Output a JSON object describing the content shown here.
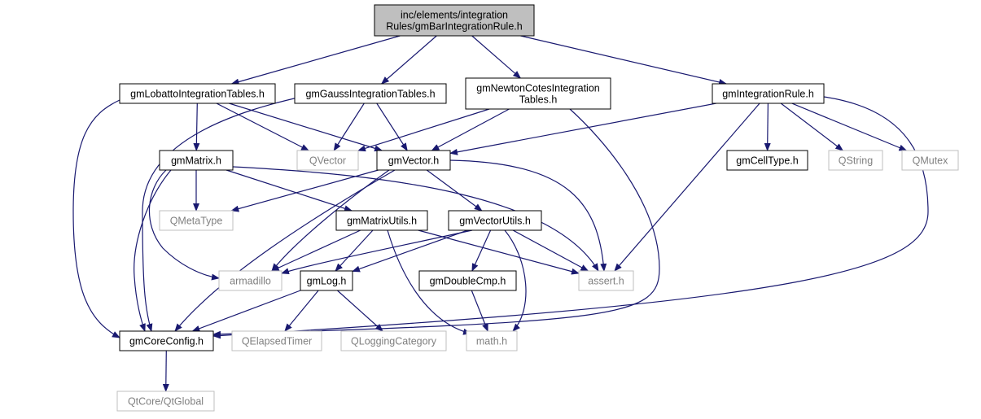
{
  "colors": {
    "edge": "#191970",
    "root_fill": "#bfbfbf",
    "normal_stroke": "#000000",
    "external_stroke": "#bfbfbf",
    "external_text": "#808080",
    "text": "#000000"
  },
  "nodes": {
    "root": {
      "lines": [
        "inc/elements/integration",
        "Rules/gmBarIntegrationRule.h"
      ],
      "kind": "root"
    },
    "lobatto": {
      "lines": [
        "gmLobattoIntegrationTables.h"
      ],
      "kind": "normal"
    },
    "gauss": {
      "lines": [
        "gmGaussIntegrationTables.h"
      ],
      "kind": "normal"
    },
    "newton": {
      "lines": [
        "gmNewtonCotesIntegration",
        "Tables.h"
      ],
      "kind": "normal"
    },
    "intrule": {
      "lines": [
        "gmIntegrationRule.h"
      ],
      "kind": "normal"
    },
    "matrix": {
      "lines": [
        "gmMatrix.h"
      ],
      "kind": "normal"
    },
    "qvector": {
      "lines": [
        "QVector"
      ],
      "kind": "external"
    },
    "vector": {
      "lines": [
        "gmVector.h"
      ],
      "kind": "normal"
    },
    "celltype": {
      "lines": [
        "gmCellType.h"
      ],
      "kind": "normal"
    },
    "qstring": {
      "lines": [
        "QString"
      ],
      "kind": "external"
    },
    "qmutex": {
      "lines": [
        "QMutex"
      ],
      "kind": "external"
    },
    "qmetatype": {
      "lines": [
        "QMetaType"
      ],
      "kind": "external"
    },
    "matrixutils": {
      "lines": [
        "gmMatrixUtils.h"
      ],
      "kind": "normal"
    },
    "vectorutils": {
      "lines": [
        "gmVectorUtils.h"
      ],
      "kind": "normal"
    },
    "armadillo": {
      "lines": [
        "armadillo"
      ],
      "kind": "external"
    },
    "log": {
      "lines": [
        "gmLog.h"
      ],
      "kind": "normal"
    },
    "doublecmp": {
      "lines": [
        "gmDoubleCmp.h"
      ],
      "kind": "normal"
    },
    "assert": {
      "lines": [
        "assert.h"
      ],
      "kind": "external"
    },
    "coreconfig": {
      "lines": [
        "gmCoreConfig.h"
      ],
      "kind": "normal"
    },
    "qelapsed": {
      "lines": [
        "QElapsedTimer"
      ],
      "kind": "external"
    },
    "qlogging": {
      "lines": [
        "QLoggingCategory"
      ],
      "kind": "external"
    },
    "math": {
      "lines": [
        "math.h"
      ],
      "kind": "external"
    },
    "qtglobal": {
      "lines": [
        "QtCore/QtGlobal"
      ],
      "kind": "external"
    }
  },
  "edges": [
    [
      "root",
      "lobatto"
    ],
    [
      "root",
      "gauss"
    ],
    [
      "root",
      "newton"
    ],
    [
      "root",
      "intrule"
    ],
    [
      "lobatto",
      "matrix"
    ],
    [
      "lobatto",
      "qvector"
    ],
    [
      "lobatto",
      "vector"
    ],
    [
      "lobatto",
      "coreconfig"
    ],
    [
      "gauss",
      "qvector"
    ],
    [
      "gauss",
      "vector"
    ],
    [
      "gauss",
      "coreconfig"
    ],
    [
      "newton",
      "qvector"
    ],
    [
      "newton",
      "vector"
    ],
    [
      "newton",
      "coreconfig"
    ],
    [
      "intrule",
      "vector"
    ],
    [
      "intrule",
      "celltype"
    ],
    [
      "intrule",
      "qstring"
    ],
    [
      "intrule",
      "qmutex"
    ],
    [
      "intrule",
      "assert"
    ],
    [
      "intrule",
      "coreconfig"
    ],
    [
      "matrix",
      "qmetatype"
    ],
    [
      "matrix",
      "matrixutils"
    ],
    [
      "matrix",
      "armadillo"
    ],
    [
      "matrix",
      "assert"
    ],
    [
      "matrix",
      "coreconfig"
    ],
    [
      "vector",
      "qmetatype"
    ],
    [
      "vector",
      "vectorutils"
    ],
    [
      "vector",
      "armadillo"
    ],
    [
      "vector",
      "assert"
    ],
    [
      "vector",
      "coreconfig"
    ],
    [
      "matrixutils",
      "armadillo"
    ],
    [
      "matrixutils",
      "log"
    ],
    [
      "matrixutils",
      "assert"
    ],
    [
      "matrixutils",
      "math"
    ],
    [
      "vectorutils",
      "armadillo"
    ],
    [
      "vectorutils",
      "log"
    ],
    [
      "vectorutils",
      "doublecmp"
    ],
    [
      "vectorutils",
      "assert"
    ],
    [
      "vectorutils",
      "math"
    ],
    [
      "log",
      "coreconfig"
    ],
    [
      "log",
      "qelapsed"
    ],
    [
      "log",
      "qlogging"
    ],
    [
      "doublecmp",
      "math"
    ],
    [
      "coreconfig",
      "qtglobal"
    ]
  ]
}
